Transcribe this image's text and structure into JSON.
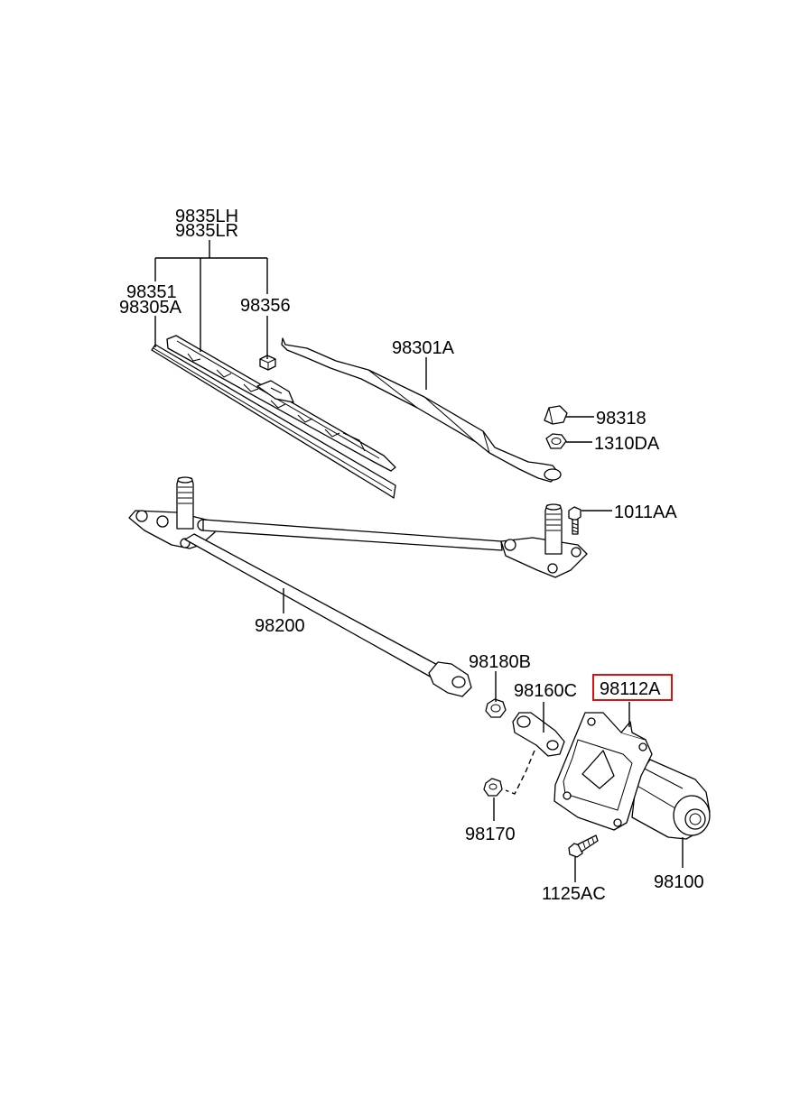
{
  "diagram": {
    "labels": {
      "p9835LH": "9835LH",
      "p9835LR": "9835LR",
      "p98351": "98351",
      "p98305A": "98305A",
      "p98356": "98356",
      "p98301A": "98301A",
      "p98318": "98318",
      "p1310DA": "1310DA",
      "p1011AA": "1011AA",
      "p98200": "98200",
      "p98180B": "98180B",
      "p98160C": "98160C",
      "p98112A": "98112A",
      "p98170": "98170",
      "p1125AC": "1125AC",
      "p98100": "98100"
    },
    "highlight_color": "#e01010",
    "highlighted_part": "98112A"
  }
}
